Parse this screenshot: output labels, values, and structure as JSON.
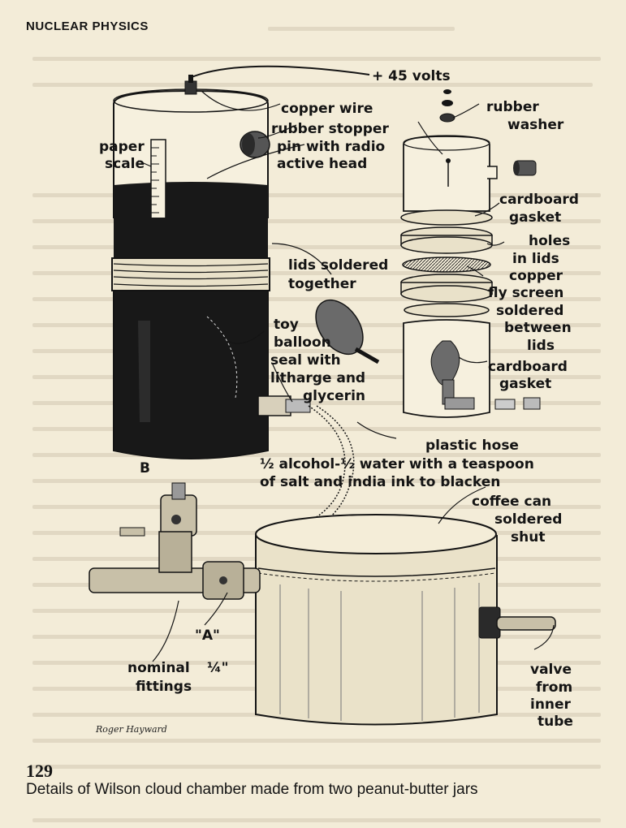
{
  "header": {
    "title": "NUCLEAR PHYSICS"
  },
  "labels": {
    "volts": "+ 45 volts",
    "copper_wire": "copper wire",
    "rubber_stopper": "rubber stopper",
    "pin_line1": "pin with radio",
    "pin_line2": "active head",
    "paper_scale_1": "paper",
    "paper_scale_2": "scale",
    "rubber_washer_1": "rubber",
    "rubber_washer_2": "washer",
    "cardboard_gasket_top_1": "cardboard",
    "cardboard_gasket_top_2": "gasket",
    "holes_1": "holes",
    "holes_2": "in lids",
    "lids_soldered_1": "lids soldered",
    "lids_soldered_2": "together",
    "copper_fly_1": "copper",
    "copper_fly_2": "fly screen",
    "copper_fly_3": "soldered",
    "copper_fly_4": "between",
    "copper_fly_5": "lids",
    "toy_balloon_1": "toy",
    "toy_balloon_2": "balloon",
    "seal_1": "seal with",
    "seal_2": "litharge and",
    "seal_3": "glycerin",
    "cardboard_gasket_bot_1": "cardboard",
    "cardboard_gasket_bot_2": "gasket",
    "plastic_hose": "plastic hose",
    "mixture_1": "½ alcohol-½ water with a teaspoon",
    "mixture_2": "of salt and india ink to blacken",
    "coffee_can_1": "coffee can",
    "coffee_can_2": "soldered",
    "coffee_can_3": "shut",
    "B": "B",
    "A": "\"A\"",
    "nominal_1": "nominal",
    "nominal_2": "fittings",
    "quarter": "¼\"",
    "valve_1": "valve",
    "valve_2": "from",
    "valve_3": "inner",
    "valve_4": "tube",
    "signature": "Roger Hayward"
  },
  "figure": {
    "number": "129",
    "caption": "Details of Wilson cloud chamber made from two peanut-butter jars"
  },
  "colors": {
    "paper": "#f3ecd8",
    "ink": "#141414",
    "liquid": "#181818"
  }
}
